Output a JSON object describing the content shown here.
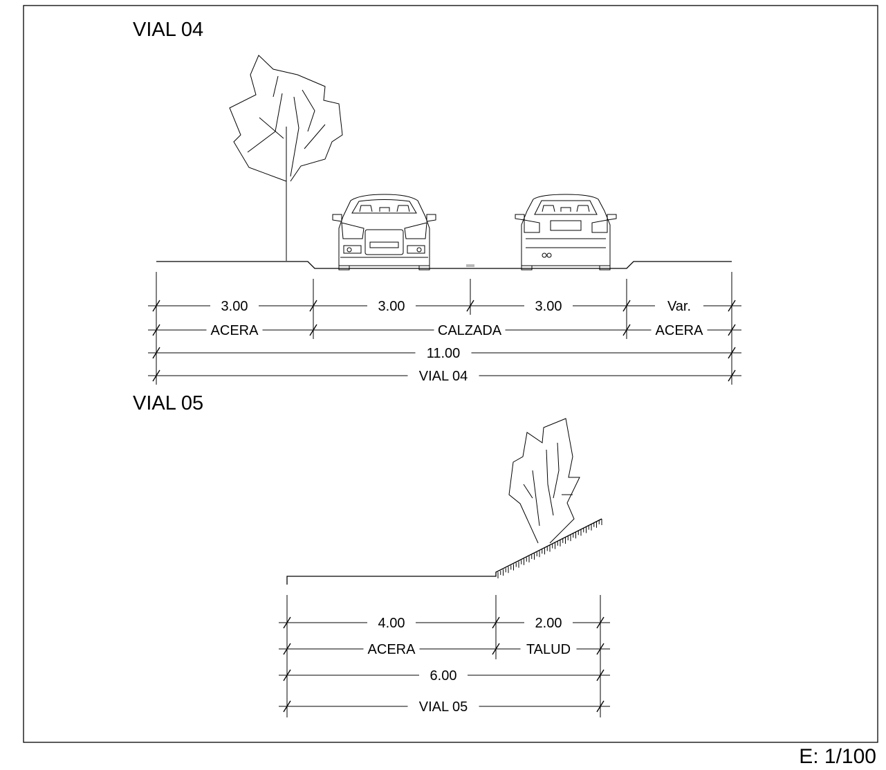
{
  "sheet": {
    "scale": "E: 1/100"
  },
  "sections": [
    {
      "title": "VIAL 04",
      "rows": [
        {
          "cells": [
            "3.00",
            "3.00",
            "3.00",
            "Var."
          ]
        },
        {
          "cells": [
            "ACERA",
            "CALZADA",
            "ACERA"
          ]
        },
        {
          "cells": [
            "11.00"
          ]
        },
        {
          "cells": [
            "VIAL 04"
          ]
        }
      ]
    },
    {
      "title": "VIAL 05",
      "rows": [
        {
          "cells": [
            "4.00",
            "2.00"
          ]
        },
        {
          "cells": [
            "ACERA",
            "TALUD"
          ]
        },
        {
          "cells": [
            "6.00"
          ]
        },
        {
          "cells": [
            "VIAL 05"
          ]
        }
      ]
    }
  ]
}
